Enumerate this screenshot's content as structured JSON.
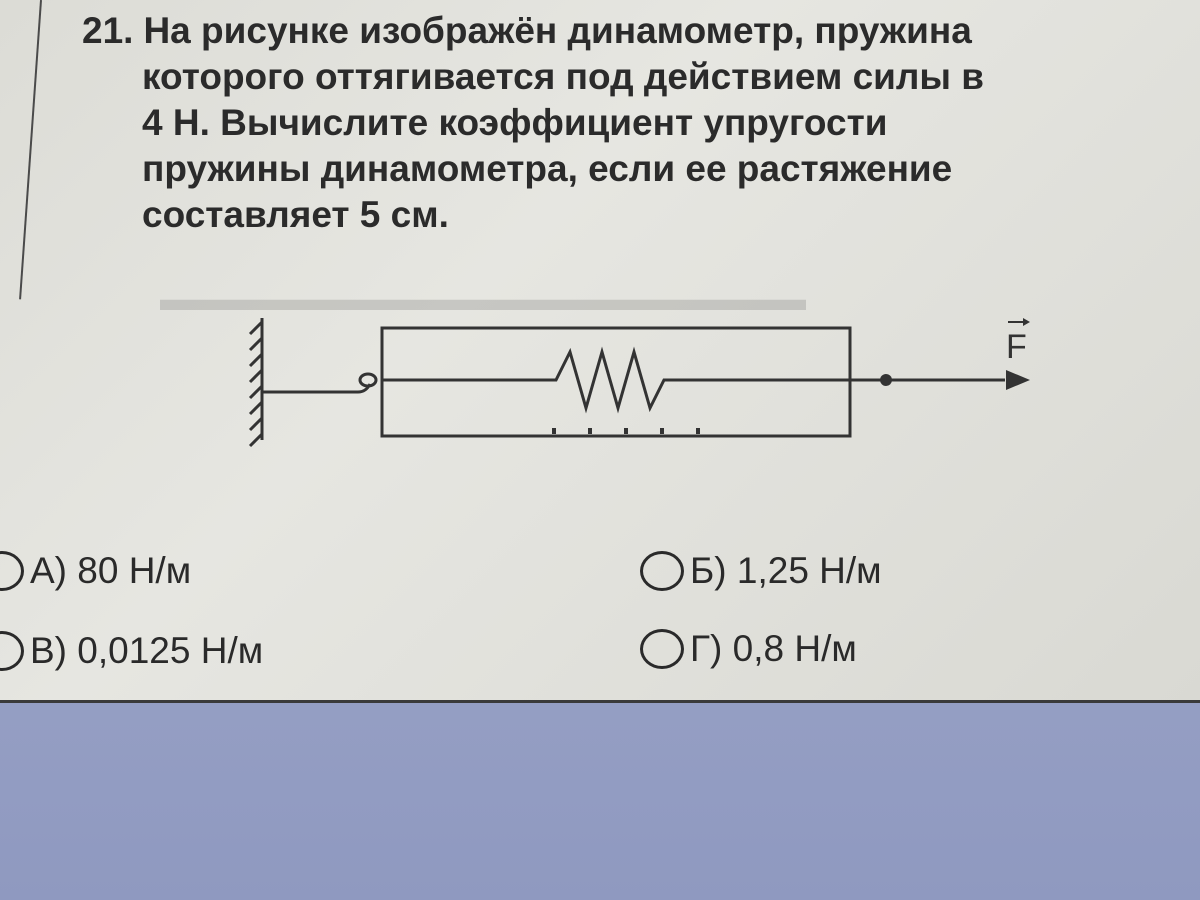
{
  "question": {
    "number": "21.",
    "line1": "На рисунке изображён динамометр, пружина",
    "line2": "которого оттягивается под действием силы в",
    "line3": "4 Н. Вычислите коэффициент упругости",
    "line4": "пружины динамометра, если ее растяжение",
    "line5": "составляет 5 см."
  },
  "diagram": {
    "force_label": "F"
  },
  "answers": [
    {
      "letter": "А)",
      "text": "80 Н/м"
    },
    {
      "letter": "Б)",
      "text": "1,25 Н/м"
    },
    {
      "letter": "В)",
      "text": "0,0125 Н/м"
    },
    {
      "letter": "Г)",
      "text": "0,8 Н/м"
    }
  ],
  "colors": {
    "paper": "#e2e2dc",
    "ink": "#2b2b2b",
    "desk": "#9aa3c4"
  }
}
